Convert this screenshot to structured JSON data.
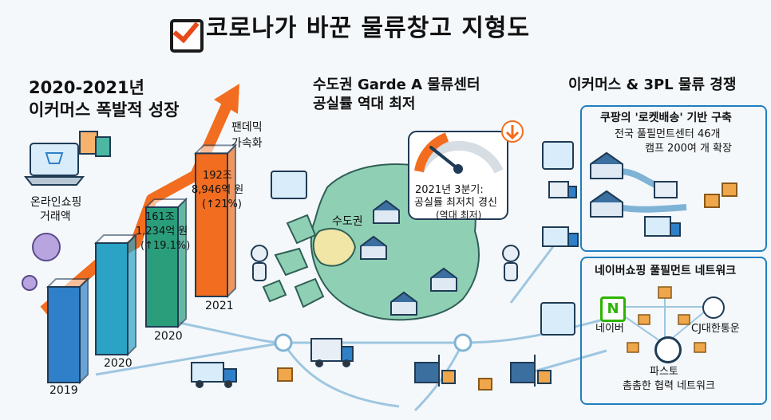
{
  "title": "코로나가 바꾼 물류창고 지형도",
  "left": {
    "heading_1": "2020-2021년",
    "heading_2": "이커머스 폭발적 성장",
    "online_1": "온라인쇼핑",
    "online_2": "거래액",
    "pandemic_1": "팬데믹",
    "pandemic_2": "가속화"
  },
  "chart_data": {
    "type": "bar",
    "categories": [
      "2019",
      "2020",
      "2020",
      "2021"
    ],
    "values": [
      null,
      null,
      161.1234,
      192.8946
    ],
    "data_labels": [
      [],
      [],
      [
        "161조",
        "1,234억 원",
        "(↑19.1%)"
      ],
      [
        "192조",
        "8,946억 원",
        "(↑21%)"
      ]
    ],
    "colors": [
      "#2f80c8",
      "#2aa3c4",
      "#2a9e7a",
      "#f26d1f"
    ],
    "arrow_color": "#f26d1f"
  },
  "center": {
    "heading_1": "수도권 Garde A 물류센터",
    "heading_2": "공실률 역대 최저",
    "gauge_1": "2021년 3분기:",
    "gauge_2": "공실률 최저치 경신",
    "gauge_3": "(역대 최저)",
    "region": "수도권"
  },
  "right": {
    "heading": "이커머스 & 3PL 물류 경쟁",
    "coupang_title": "쿠팡의 '로켓배송' 기반 구축",
    "coupang_1": "전국 풀필먼트센터 46개",
    "coupang_2": "캠프 200여 개 확장",
    "naver_title": "네이버쇼핑 풀필먼트 네트워크",
    "naver": "네이버",
    "naver_logo": "N",
    "cj": "CJ대한통운",
    "fasto": "파스토",
    "network": "촘촘한 협력 네트워크"
  },
  "colors": {
    "blue": "#1f7fbf",
    "orange": "#f26d1f",
    "map": "#8fd0b5",
    "metro": "#f1e6a6",
    "naver_green": "#2db400"
  }
}
